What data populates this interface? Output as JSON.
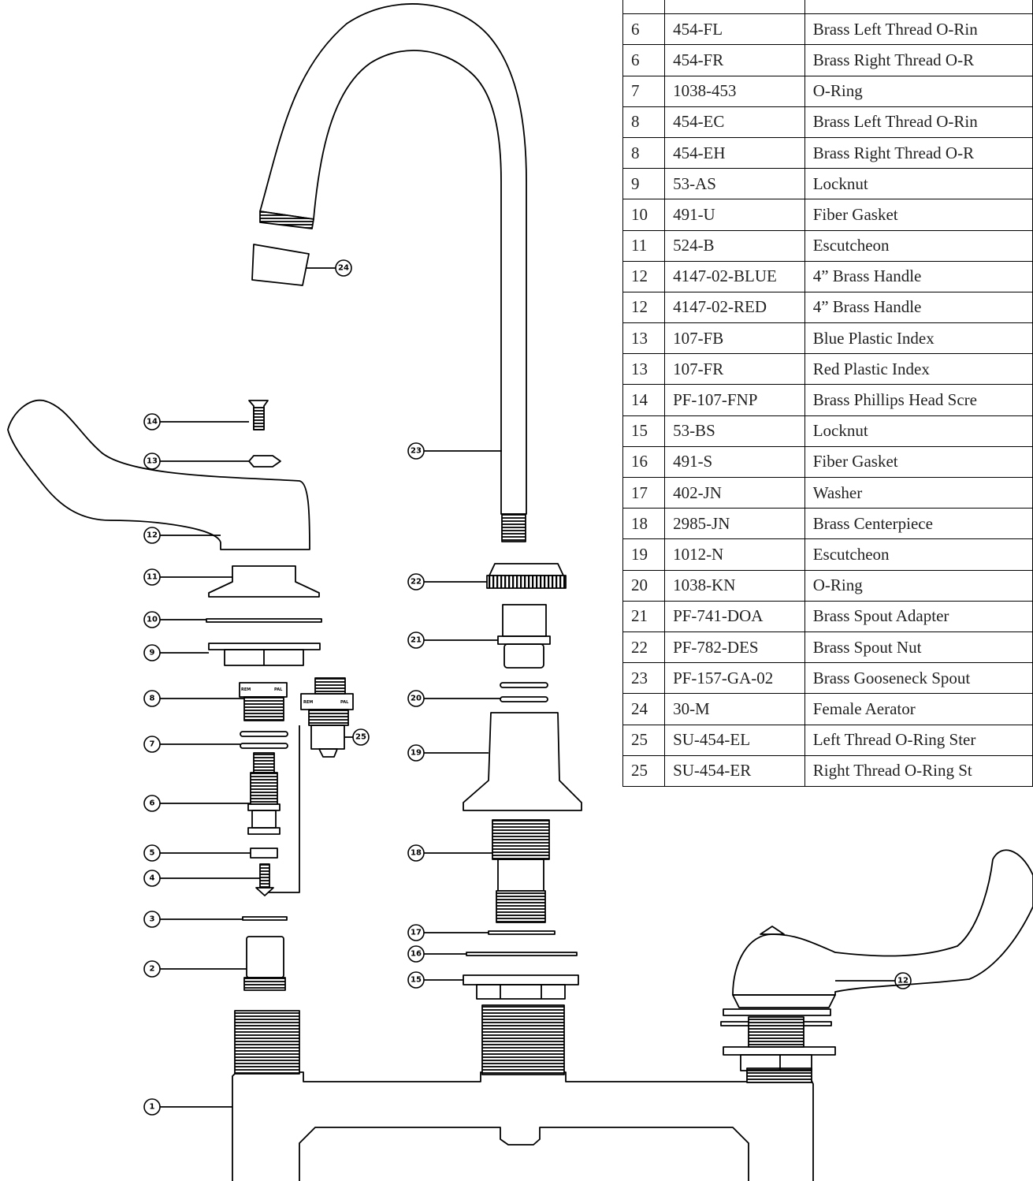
{
  "parts_table": {
    "rows": [
      {
        "item": "",
        "part": "",
        "desc": ""
      },
      {
        "item": "6",
        "part": "454-FL",
        "desc": "Brass Left Thread O-Rin"
      },
      {
        "item": "6",
        "part": "454-FR",
        "desc": "Brass Right Thread O-R"
      },
      {
        "item": "7",
        "part": "1038-453",
        "desc": "O-Ring"
      },
      {
        "item": "8",
        "part": "454-EC",
        "desc": "Brass Left Thread O-Rin"
      },
      {
        "item": "8",
        "part": "454-EH",
        "desc": "Brass Right Thread O-R"
      },
      {
        "item": "9",
        "part": "53-AS",
        "desc": "Locknut"
      },
      {
        "item": "10",
        "part": "491-U",
        "desc": "Fiber Gasket"
      },
      {
        "item": "11",
        "part": "524-B",
        "desc": "Escutcheon"
      },
      {
        "item": "12",
        "part": "4147-02-BLUE",
        "desc": "4” Brass Handle"
      },
      {
        "item": "12",
        "part": "4147-02-RED",
        "desc": "4” Brass Handle"
      },
      {
        "item": "13",
        "part": "107-FB",
        "desc": "Blue Plastic Index"
      },
      {
        "item": "13",
        "part": "107-FR",
        "desc": "Red Plastic Index"
      },
      {
        "item": "14",
        "part": "PF-107-FNP",
        "desc": "Brass Phillips Head Scre"
      },
      {
        "item": "15",
        "part": "53-BS",
        "desc": "Locknut"
      },
      {
        "item": "16",
        "part": "491-S",
        "desc": "Fiber Gasket"
      },
      {
        "item": "17",
        "part": "402-JN",
        "desc": "Washer"
      },
      {
        "item": "18",
        "part": "2985-JN",
        "desc": "Brass Centerpiece"
      },
      {
        "item": "19",
        "part": "1012-N",
        "desc": "Escutcheon"
      },
      {
        "item": "20",
        "part": "1038-KN",
        "desc": "O-Ring"
      },
      {
        "item": "21",
        "part": "PF-741-DOA",
        "desc": "Brass Spout Adapter"
      },
      {
        "item": "22",
        "part": "PF-782-DES",
        "desc": "Brass Spout Nut"
      },
      {
        "item": "23",
        "part": "PF-157-GA-02",
        "desc": "Brass Gooseneck Spout"
      },
      {
        "item": "24",
        "part": "30-M",
        "desc": "Female Aerator"
      },
      {
        "item": "25",
        "part": "SU-454-EL",
        "desc": "Left Thread O-Ring Ster"
      },
      {
        "item": "25",
        "part": "SU-454-ER",
        "desc": "Right Thread O-Ring St"
      }
    ]
  },
  "callouts": {
    "c1": "1",
    "c2": "2",
    "c3": "3",
    "c4": "4",
    "c5": "5",
    "c6": "6",
    "c7": "7",
    "c8": "8",
    "c9": "9",
    "c10": "10",
    "c11": "11",
    "c12": "12",
    "c12b": "12",
    "c13": "13",
    "c14": "14",
    "c15": "15",
    "c16": "16",
    "c17": "17",
    "c18": "18",
    "c19": "19",
    "c20": "20",
    "c21": "21",
    "c22": "22",
    "c23": "23",
    "c24": "24",
    "c25": "25"
  },
  "stem_labels": {
    "left_a": "REM",
    "left_b": "PAL",
    "right_a": "REM",
    "right_b": "PAL"
  }
}
